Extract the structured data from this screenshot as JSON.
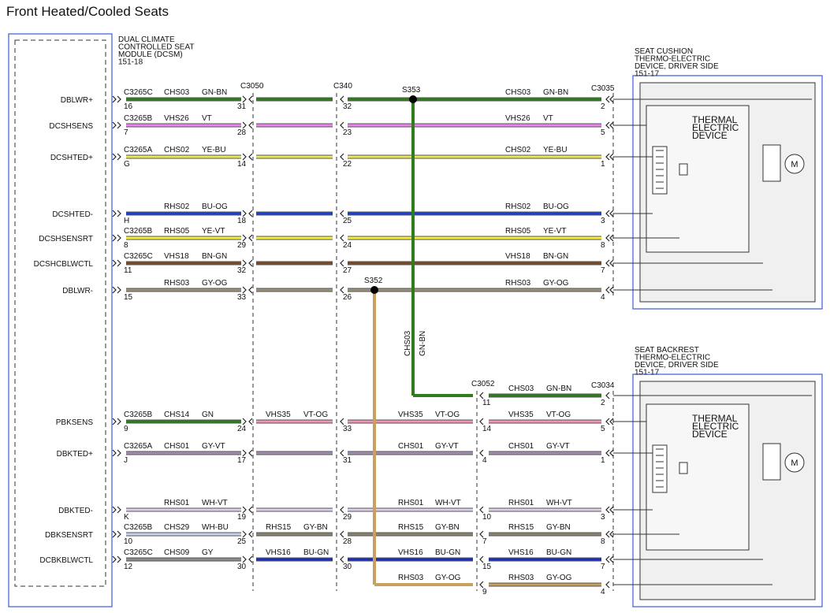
{
  "title": "Front Heated/Cooled Seats",
  "module": {
    "lines": [
      "DUAL CLIMATE",
      "CONTROLLED SEAT",
      "MODULE (DCSM)",
      "151-18"
    ]
  },
  "cushion_device": {
    "title_lines": [
      "SEAT CUSHION",
      "THERMO-ELECTRIC",
      "DEVICE, DRIVER SIDE",
      "151-17"
    ],
    "inner_label_lines": [
      "THERMAL",
      "ELECTRIC",
      "DEVICE"
    ],
    "motor_label": "M"
  },
  "backrest_device": {
    "title_lines": [
      "SEAT BACKREST",
      "THERMO-ELECTRIC",
      "DEVICE, DRIVER SIDE",
      "151-17"
    ],
    "inner_label_lines": [
      "THERMAL",
      "ELECTRIC",
      "DEVICE"
    ],
    "motor_label": "M"
  },
  "connectors": {
    "c3050": "C3050",
    "c340": "C340",
    "c3035": "C3035",
    "c3052": "C3052",
    "c3034": "C3034"
  },
  "splices": {
    "s353": "S353",
    "s352": "S352"
  },
  "vertical_wire_labels": {
    "s353_circuit": "CHS03",
    "s353_color": "GN-BN"
  },
  "colors": {
    "GN-BN": "#2e7d1a",
    "GN": "#2e7d1a",
    "VT": "#ee82ee",
    "YE-BU": "#eee858",
    "BU-OG": "#1a3fd6",
    "YE-VT": "#f5f03c",
    "BN-GN": "#7a4a28",
    "GY-OG": "#9c9078",
    "VT-OG": "#f094b8",
    "GY-VT": "#a48cb0",
    "WH-VT": "#ddd0e8",
    "WH-BU": "#c8d4ee",
    "GY-BN": "#8a8070",
    "BU-GN": "#1a2ec0",
    "GY": "#8a8a8a",
    "RHS03-OG": "#c8a060",
    "box_border": "#3b5bdb",
    "device_fill": "#f0f0f0"
  },
  "wires": [
    {
      "name": "DBLWR+",
      "pin": "16",
      "conn_a": "C3265C",
      "c_a": "CHS03",
      "col_a": "GN-BN",
      "pin_c3050": "31",
      "pin_c340": "32",
      "c_b": "CHS03",
      "col_b": "GN-BN",
      "pin_dev": "2"
    },
    {
      "name": "DCSHSENS",
      "pin": "7",
      "conn_a": "C3265B",
      "c_a": "VHS26",
      "col_a": "VT",
      "pin_c3050": "28",
      "pin_c340": "23",
      "c_b": "VHS26",
      "col_b": "VT",
      "pin_dev": "5"
    },
    {
      "name": "DCSHTED+",
      "pin": "G",
      "conn_a": "C3265A",
      "c_a": "CHS02",
      "col_a": "YE-BU",
      "pin_c3050": "14",
      "pin_c340": "22",
      "c_b": "CHS02",
      "col_b": "YE-BU",
      "pin_dev": "1"
    },
    {
      "name": "DCSHTED-",
      "pin": "H",
      "conn_a": "",
      "c_a": "RHS02",
      "col_a": "BU-OG",
      "pin_c3050": "18",
      "pin_c340": "25",
      "c_b": "RHS02",
      "col_b": "BU-OG",
      "pin_dev": "3"
    },
    {
      "name": "DCSHSENSRT",
      "pin": "8",
      "conn_a": "C3265B",
      "c_a": "RHS05",
      "col_a": "YE-VT",
      "pin_c3050": "29",
      "pin_c340": "24",
      "c_b": "RHS05",
      "col_b": "YE-VT",
      "pin_dev": "8"
    },
    {
      "name": "DCSHCBLWCTL",
      "pin": "11",
      "conn_a": "C3265C",
      "c_a": "VHS18",
      "col_a": "BN-GN",
      "pin_c3050": "32",
      "pin_c340": "27",
      "c_b": "VHS18",
      "col_b": "BN-GN",
      "pin_dev": "7"
    },
    {
      "name": "DBLWR-",
      "pin": "15",
      "conn_a": "",
      "c_a": "RHS03",
      "col_a": "GY-OG",
      "pin_c3050": "33",
      "pin_c340": "26",
      "c_b": "RHS03",
      "col_b": "GY-OG",
      "pin_dev": "4"
    },
    {
      "name": "PBKSENS",
      "pin": "9",
      "conn_a": "C3265B",
      "c_a": "CHS14",
      "col_a": "GN",
      "pin_c3050": "24",
      "mid_c": "VHS35",
      "mid_col": "VT-OG",
      "pin_c340": "33",
      "c_m2": "VHS35",
      "col_m2": "VT-OG",
      "pin_c3052": "14",
      "c_b": "VHS35",
      "col_b": "VT-OG",
      "pin_dev": "5"
    },
    {
      "name": "DBKTED+",
      "pin": "J",
      "conn_a": "C3265A",
      "c_a": "CHS01",
      "col_a": "GY-VT",
      "pin_c3050": "17",
      "mid_c": "",
      "mid_col": "",
      "pin_c340": "31",
      "c_m2": "CHS01",
      "col_m2": "GY-VT",
      "pin_c3052": "4",
      "c_b": "CHS01",
      "col_b": "GY-VT",
      "pin_dev": "1"
    },
    {
      "name": "DBKTED-",
      "pin": "K",
      "conn_a": "",
      "c_a": "RHS01",
      "col_a": "WH-VT",
      "pin_c3050": "19",
      "mid_c": "",
      "mid_col": "",
      "pin_c340": "29",
      "c_m2": "RHS01",
      "col_m2": "WH-VT",
      "pin_c3052": "10",
      "c_b": "RHS01",
      "col_b": "WH-VT",
      "pin_dev": "3"
    },
    {
      "name": "DBKSENSRT",
      "pin": "10",
      "conn_a": "C3265B",
      "c_a": "CHS29",
      "col_a": "WH-BU",
      "pin_c3050": "25",
      "mid_c": "RHS15",
      "mid_col": "GY-BN",
      "pin_c340": "28",
      "c_m2": "RHS15",
      "col_m2": "GY-BN",
      "pin_c3052": "7",
      "c_b": "RHS15",
      "col_b": "GY-BN",
      "pin_dev": "8"
    },
    {
      "name": "DCBKBLWCTL",
      "pin": "12",
      "conn_a": "C3265C",
      "c_a": "CHS09",
      "col_a": "GY",
      "pin_c3050": "30",
      "mid_c": "VHS16",
      "mid_col": "BU-GN",
      "pin_c340": "30",
      "c_m2": "VHS16",
      "col_m2": "BU-GN",
      "pin_c3052": "15",
      "c_b": "VHS16",
      "col_b": "BU-GN",
      "pin_dev": "7"
    }
  ],
  "backrest_extra": [
    {
      "c": "CHS03",
      "col": "GN-BN",
      "pin_c3052": "11",
      "pin_dev": "2"
    },
    {
      "c": "RHS03",
      "col": "GY-OG",
      "pin_c3052": "9",
      "pin_dev": "4"
    }
  ],
  "rhs03_bottom": {
    "c": "RHS03",
    "col": "GY-OG"
  }
}
